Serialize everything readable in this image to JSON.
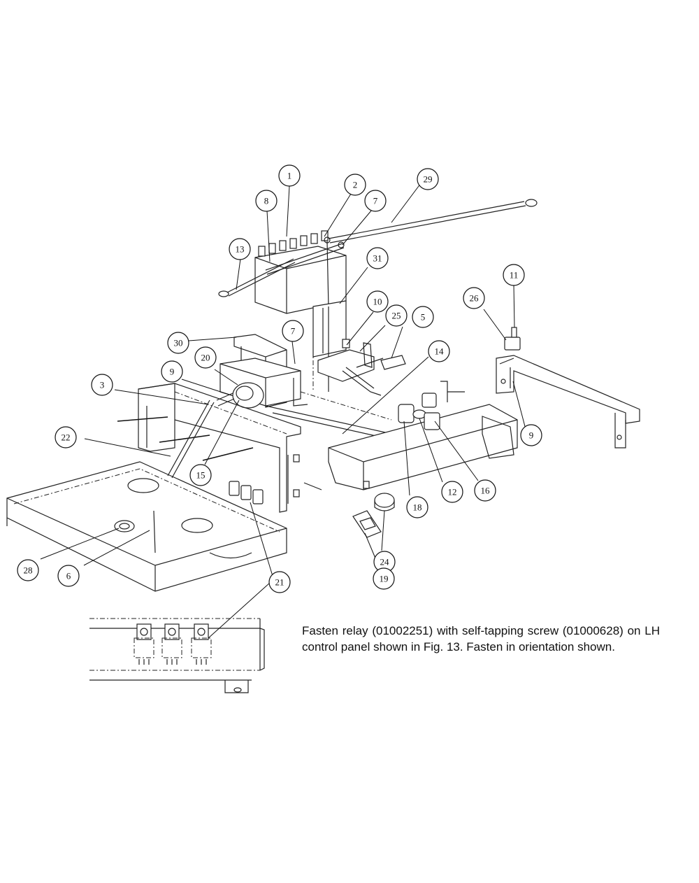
{
  "callouts": [
    {
      "id": "c1",
      "label": "1"
    },
    {
      "id": "c2",
      "label": "2"
    },
    {
      "id": "c29",
      "label": "29"
    },
    {
      "id": "c8",
      "label": "8"
    },
    {
      "id": "c7a",
      "label": "7"
    },
    {
      "id": "c13",
      "label": "13"
    },
    {
      "id": "c31",
      "label": "31"
    },
    {
      "id": "c11",
      "label": "11"
    },
    {
      "id": "c26",
      "label": "26"
    },
    {
      "id": "c10",
      "label": "10"
    },
    {
      "id": "c25",
      "label": "25"
    },
    {
      "id": "c5",
      "label": "5"
    },
    {
      "id": "c30",
      "label": "30"
    },
    {
      "id": "c7b",
      "label": "7"
    },
    {
      "id": "c20",
      "label": "20"
    },
    {
      "id": "c9a",
      "label": "9"
    },
    {
      "id": "c14",
      "label": "14"
    },
    {
      "id": "c3",
      "label": "3"
    },
    {
      "id": "c9b",
      "label": "9"
    },
    {
      "id": "c22",
      "label": "22"
    },
    {
      "id": "c15",
      "label": "15"
    },
    {
      "id": "c12",
      "label": "12"
    },
    {
      "id": "c16",
      "label": "16"
    },
    {
      "id": "c18",
      "label": "18"
    },
    {
      "id": "c28",
      "label": "28"
    },
    {
      "id": "c6",
      "label": "6"
    },
    {
      "id": "c24",
      "label": "24"
    },
    {
      "id": "c21",
      "label": "21"
    },
    {
      "id": "c19",
      "label": "19"
    }
  ],
  "note": "Fasten relay (01002251) with self-tapping screw (01000628) on LH control panel shown in Fig. 13. Fasten in orientation shown."
}
